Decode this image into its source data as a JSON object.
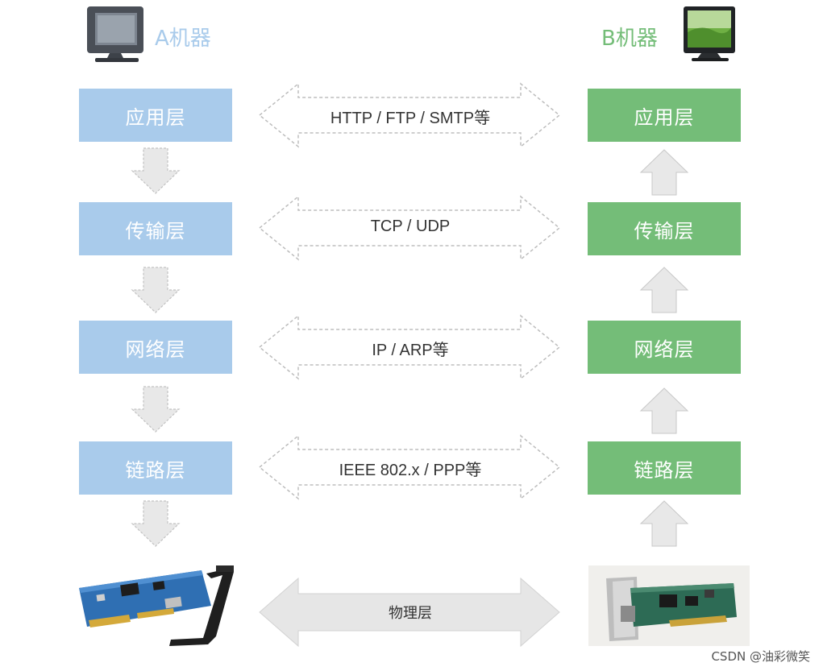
{
  "machines": {
    "a": {
      "label": "A机器",
      "color": "#a9cbeb"
    },
    "b": {
      "label": "B机器",
      "color": "#74bd78"
    }
  },
  "layers": [
    {
      "name": "应用层",
      "protocol": "HTTP / FTP / SMTP等"
    },
    {
      "name": "传输层",
      "protocol": "TCP / UDP"
    },
    {
      "name": "网络层",
      "protocol": "IP / ARP等"
    },
    {
      "name": "链路层",
      "protocol": "IEEE 802.x / PPP等"
    }
  ],
  "physical": {
    "label": "物理层"
  },
  "watermark": "CSDN @油彩微笑",
  "colors": {
    "a_layer": "#a9cbeb",
    "b_layer": "#74bd78",
    "arrow_fill": "#e6e6e6",
    "arrow_stroke": "#c4c4c4"
  }
}
